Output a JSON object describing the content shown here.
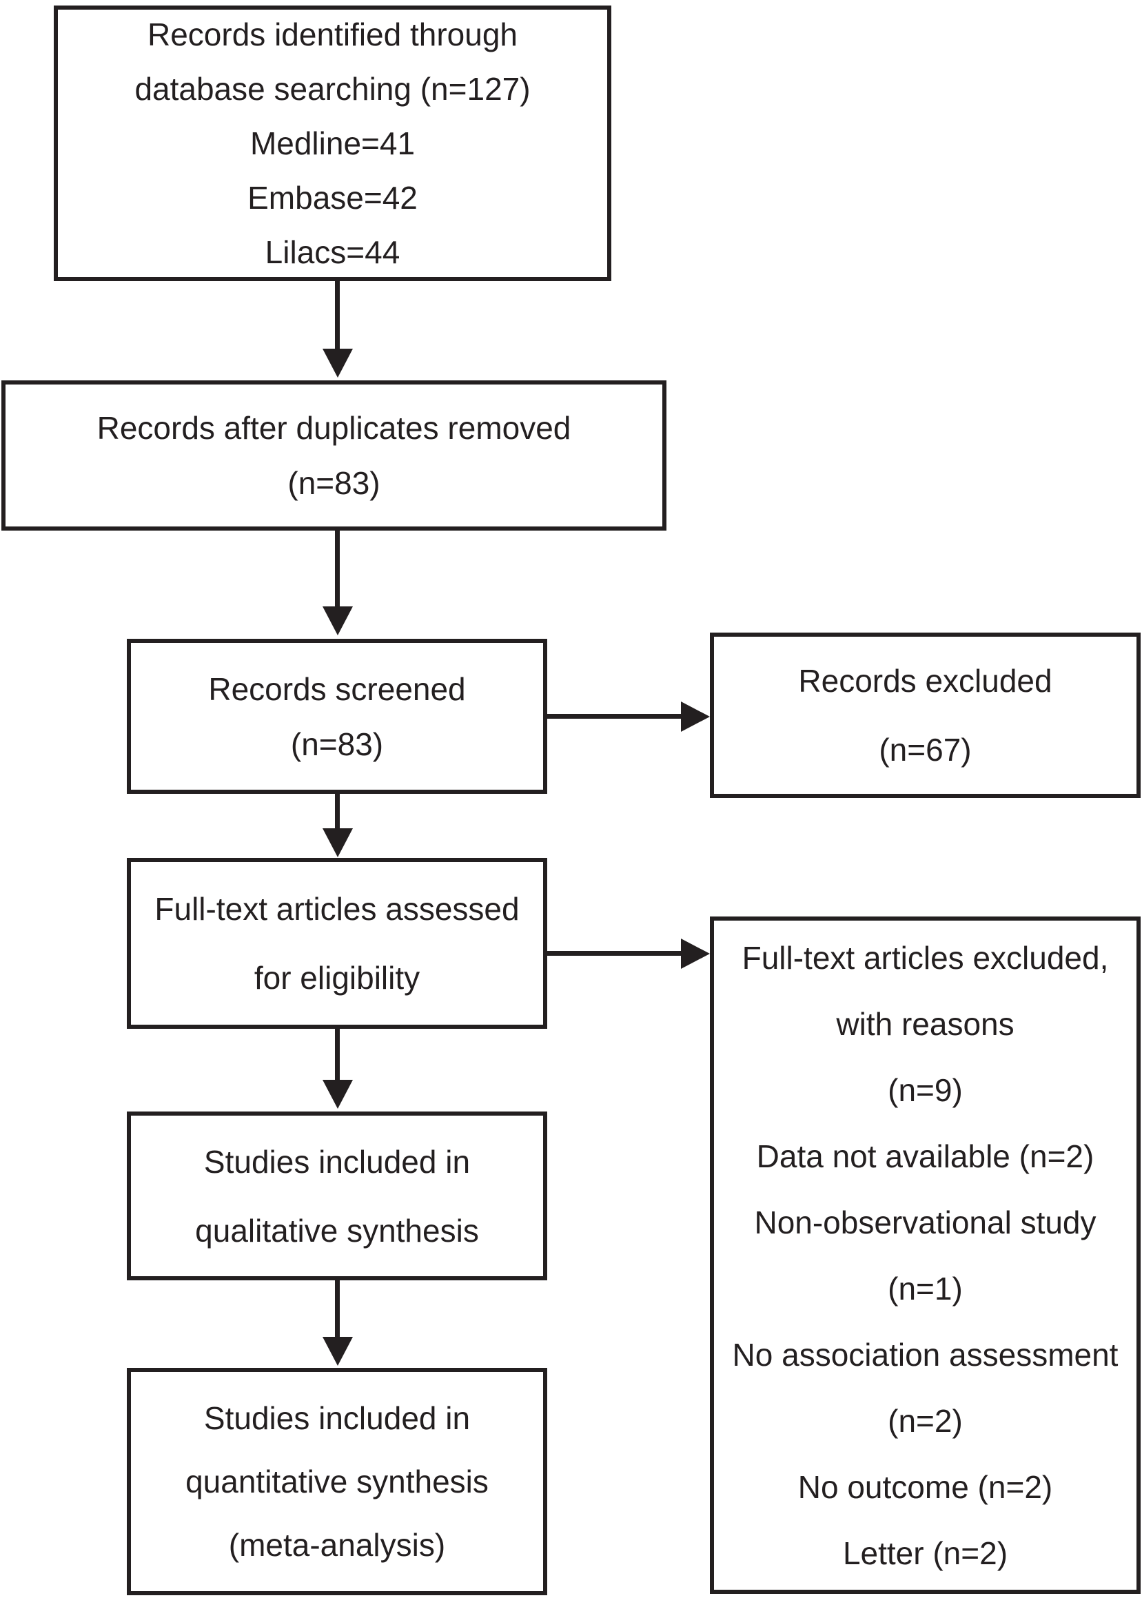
{
  "diagram_type": "study-selection-flowchart",
  "colors": {
    "ink": "#231f20",
    "background": "#ffffff"
  },
  "boxes": {
    "identification": {
      "lines": [
        "Records identified through",
        "database searching (n=127)",
        "Medline=41",
        "Embase=42",
        "Lilacs=44"
      ]
    },
    "duplicates_removed": {
      "lines": [
        "Records after duplicates removed",
        "(n=83)"
      ]
    },
    "screened": {
      "lines": [
        "Records screened",
        "(n=83)"
      ]
    },
    "fulltext_assessed": {
      "lines": [
        "Full-text articles assessed",
        "for eligibility"
      ]
    },
    "qualitative_synthesis": {
      "lines": [
        "Studies included in",
        "qualitative synthesis"
      ]
    },
    "quantitative_synthesis": {
      "lines": [
        "Studies included in",
        "quantitative synthesis",
        "(meta-analysis)"
      ]
    },
    "records_excluded": {
      "lines": [
        "Records excluded",
        "(n=67)"
      ]
    },
    "fulltext_excluded": {
      "lines": [
        "Full-text articles excluded,",
        "with reasons",
        "(n=9)",
        "Data not available (n=2)",
        "Non-observational study",
        "(n=1)",
        "No association assessment",
        "(n=2)",
        "No outcome (n=2)",
        "Letter (n=2)"
      ]
    }
  }
}
